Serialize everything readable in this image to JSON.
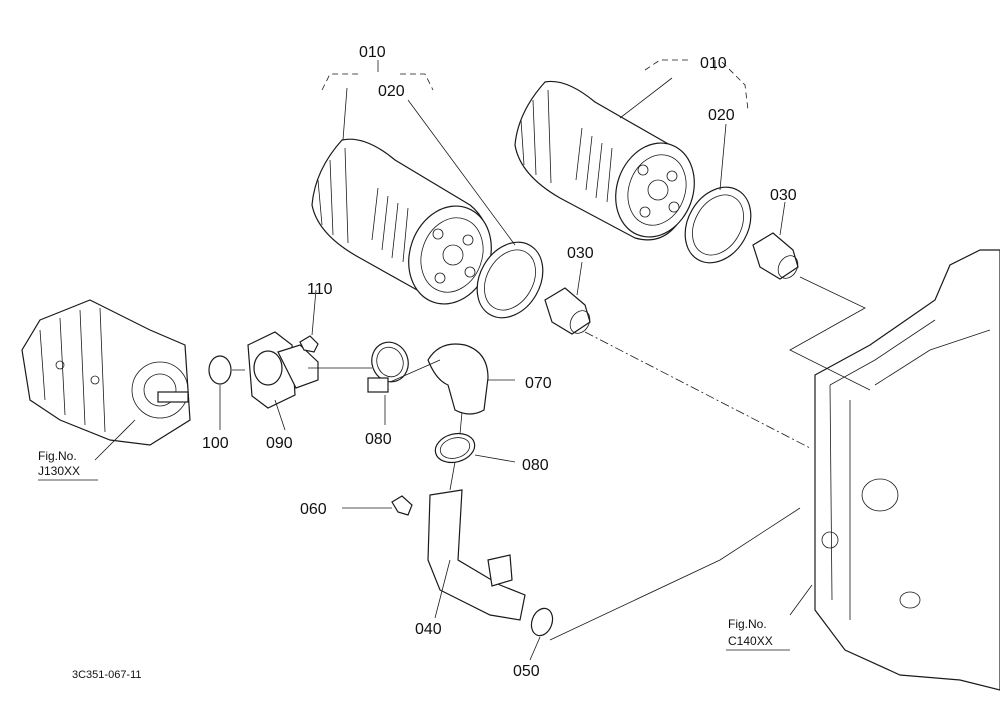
{
  "diagram": {
    "drawing_code": "3C351-067-11",
    "references": [
      {
        "id": "ref-j130",
        "line1": "Fig.No.",
        "line2": "J130XX"
      },
      {
        "id": "ref-c140",
        "line1": "Fig.No.",
        "line2": "C140XX"
      }
    ],
    "labels": {
      "l010a": "010",
      "l020a": "020",
      "l010b": "010",
      "l020b": "020",
      "l030a": "030",
      "l030b": "030",
      "l110": "110",
      "l100": "100",
      "l090": "090",
      "l080a": "080",
      "l070": "070",
      "l080b": "080",
      "l060": "060",
      "l040": "040",
      "l050": "050"
    }
  }
}
